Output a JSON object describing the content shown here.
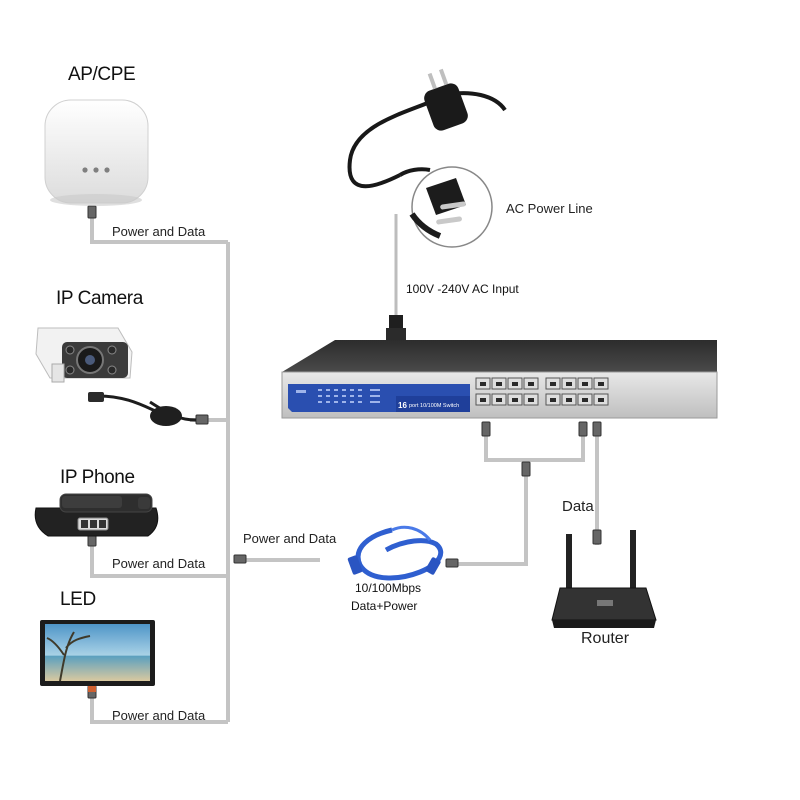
{
  "devices": {
    "ap": {
      "label": "AP/CPE",
      "link": "Power and Data"
    },
    "camera": {
      "label": "IP Camera"
    },
    "phone": {
      "label": "IP Phone",
      "link": "Power and Data"
    },
    "led": {
      "label": "LED",
      "link": "Power and Data"
    }
  },
  "power": {
    "plug_label": "AC  Power Line",
    "input_label": "100V -240V AC Input"
  },
  "switch": {
    "model_number": "16",
    "model_text": "port 10/100M Switch"
  },
  "links": {
    "main": "Power and Data",
    "cable_speed": "10/100Mbps",
    "cable_type": "Data+Power",
    "router_link": "Data"
  },
  "router": {
    "label": "Router"
  },
  "colors": {
    "line": "#c4c4c4",
    "switch_body": "#3a3a3a",
    "switch_panel": "#2a4fb0",
    "cable_blue": "#2f5fd0"
  }
}
